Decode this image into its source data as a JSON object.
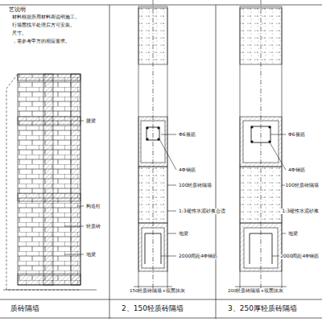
{
  "diagram": {
    "labels": [
      "艺说明",
      "材料根据所用材料商说明施工。",
      "行墙面找平处理后方可安装。",
      "尺寸。",
      "，需参考甲方的相应要求。",
      "腰梁",
      "构造柱",
      "轻质砖",
      "地梁",
      "Φ6箍筋",
      "4Φ钢筋",
      "100轻质砖隔墙",
      "1:3硬性水泥砂浆合适",
      "地梁",
      "2000间距4Φ钢筋",
      "150轻质砖隔墙+双面抹灰",
      "Φ6箍筋",
      "4Φ钢筋",
      "100轻质砖隔墙",
      "1:3硬性水泥砂浆",
      "地梁",
      "2000间距4Φ钢筋",
      "200轻质砖隔墙+双面抹灰",
      "质砖隔墙",
      "2、150轻质砖隔墙",
      "3、250厚轻质砖隔墙"
    ]
  }
}
